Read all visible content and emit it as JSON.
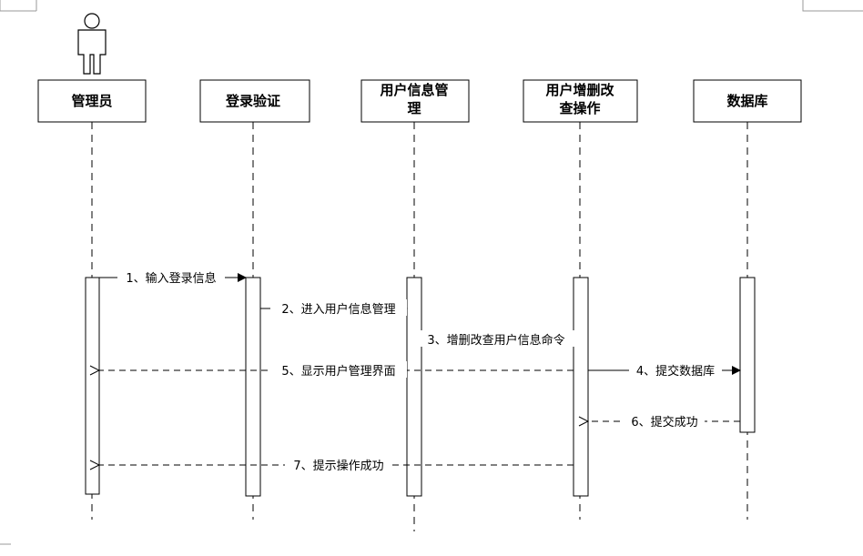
{
  "participants": [
    {
      "id": "admin",
      "lines": [
        "管理员"
      ]
    },
    {
      "id": "login",
      "lines": [
        "登录验证"
      ]
    },
    {
      "id": "usermgr",
      "lines": [
        "用户信息管",
        "理"
      ]
    },
    {
      "id": "crud",
      "lines": [
        "用户增删改",
        "查操作"
      ]
    },
    {
      "id": "db",
      "lines": [
        "数据库"
      ]
    }
  ],
  "messages": [
    {
      "label": "1、输入登录信息",
      "from": "admin",
      "to": "login",
      "style": "solid",
      "arrow": "filled"
    },
    {
      "label": "2、进入用户信息管理",
      "from": "login",
      "to": "usermgr",
      "style": "solid",
      "arrow": "filled"
    },
    {
      "label": "3、增删改查用户信息命令",
      "from": "usermgr",
      "to": "crud",
      "style": "none",
      "arrow": "none"
    },
    {
      "label": "4、提交数据库",
      "from": "crud",
      "to": "db",
      "style": "solid",
      "arrow": "filled"
    },
    {
      "label": "5、显示用户管理界面",
      "from": "crud",
      "to": "admin",
      "style": "dashed",
      "arrow": "open"
    },
    {
      "label": "6、提交成功",
      "from": "db",
      "to": "crud",
      "style": "dashed",
      "arrow": "open"
    },
    {
      "label": "7、提示操作成功",
      "from": "crud",
      "to": "admin",
      "style": "dashed",
      "arrow": "open"
    }
  ],
  "actor": {
    "icon": "person-icon",
    "participant": "admin"
  }
}
